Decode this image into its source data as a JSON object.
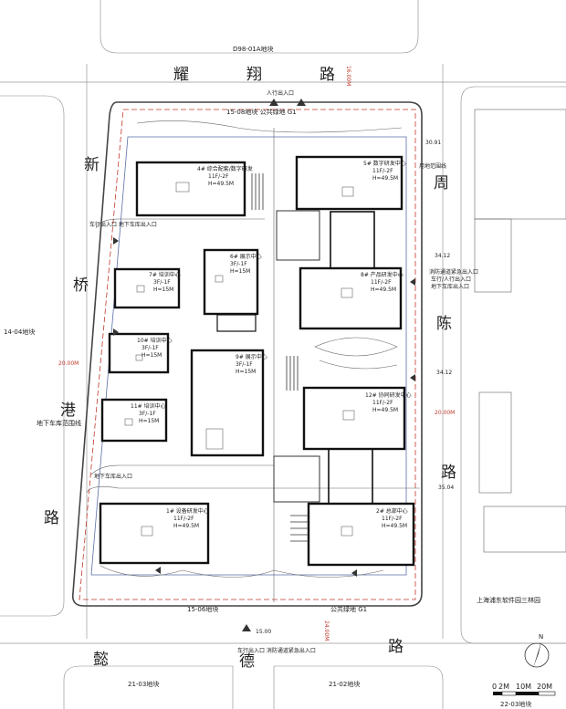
{
  "roads": {
    "north": [
      "耀",
      "翔",
      "路"
    ],
    "west": [
      "新",
      "桥",
      "港",
      "路"
    ],
    "east": [
      "周",
      "陈",
      "路"
    ],
    "south": [
      "懿",
      "德",
      "路"
    ]
  },
  "plots": {
    "north": "D98-01A地块",
    "west": "14-04地块",
    "south_left": "21-03地块",
    "south_right": "21-02地块",
    "south_east": "22-03地块",
    "east": "上海浦东软件园三林园",
    "green_north": "15-08地块  公共绿地 G1",
    "green_south_left": "15-06地块",
    "green_south_right": "公共绿地 G1"
  },
  "buildings": [
    {
      "id": "b4",
      "name": "4# 综合配套/数字研发",
      "floors": "11F/-2F",
      "height": "H=49.5M"
    },
    {
      "id": "b5",
      "name": "5# 数字研发中心",
      "floors": "11F/-2F",
      "height": "H=49.5M"
    },
    {
      "id": "b6",
      "name": "6# 展示中心",
      "floors": "3F/-1F",
      "height": "H=15M"
    },
    {
      "id": "b7",
      "name": "7# 培训中心",
      "floors": "3F/-1F",
      "height": "H=15M"
    },
    {
      "id": "b8",
      "name": "8# 产品研发中心",
      "floors": "11F/-2F",
      "height": "H=49.5M"
    },
    {
      "id": "b9",
      "name": "9# 展示中心",
      "floors": "3F/-1F",
      "height": "H=15M"
    },
    {
      "id": "b10",
      "name": "10# 培训中心",
      "floors": "3F/-1F",
      "height": "H=15M"
    },
    {
      "id": "b11",
      "name": "11# 培训中心",
      "floors": "3F/-1F",
      "height": "H=15M"
    },
    {
      "id": "b12",
      "name": "12# 协同研发中心",
      "floors": "11F/-2F",
      "height": "H=49.5M"
    },
    {
      "id": "b1",
      "name": "1# 设备研发中心",
      "floors": "11F/-2F",
      "height": "H=49.5M"
    },
    {
      "id": "b2",
      "name": "2# 总部中心",
      "floors": "11F/-2F",
      "height": "H=49.5M"
    }
  ],
  "annotations": {
    "north_entry": "人行出入口",
    "west_entry": "车行出入口\n地下车库出入口",
    "west_entry_2": "地下车库出入口",
    "west_garage_line": "地下车库范围线",
    "east_land_line": "用地范围线",
    "east_fire": "消防通道紧急出入口",
    "east_car": "车行/人行出入口",
    "east_garage": "地下车库出入口",
    "south_entry": "车行出入口\n消防通道紧急出入口",
    "dist_west": "20.00M",
    "dist_east": "20.00M",
    "dist_north": "16.00M",
    "dist_south": "24.00M",
    "dim_a": "34.12",
    "dim_b": "34.12",
    "dim_c": "15.00",
    "dim_d": "30.91",
    "dim_e": "35.04"
  },
  "scale": {
    "labels": [
      "0",
      "2M",
      "10M",
      "20M"
    ]
  },
  "north_arrow": "N"
}
